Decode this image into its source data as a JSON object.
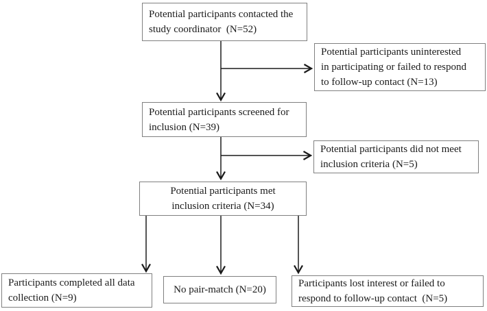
{
  "title": "Participant recruitment flow diagram",
  "colors": {
    "background": "#ffffff",
    "box_border": "#7f7f7f",
    "arrow": "#1a1a1a",
    "text": "#1a1a1a"
  },
  "boxes": {
    "contacted": {
      "text": "Potential participants contacted the study coordinator (N=52)",
      "lines": [
        "Potential participants contacted the",
        "study coordinator  (N=52)"
      ],
      "n": 52
    },
    "uninterested": {
      "text": "Potential participants uninterested in participating or failed to respond to follow-up contact (N=13)",
      "lines": [
        "Potential participants uninterested",
        "in participating or failed to respond",
        "to follow-up contact (N=13)"
      ],
      "n": 13
    },
    "screened": {
      "text": "Potential participants screened for inclusion (N=39)",
      "lines": [
        "Potential participants screened for",
        "inclusion (N=39)"
      ],
      "n": 39
    },
    "not_meet": {
      "text": "Potential participants did not meet inclusion criteria (N=5)",
      "lines": [
        "Potential participants did not meet",
        "inclusion criteria (N=5)"
      ],
      "n": 5
    },
    "met": {
      "text": "Potential participants met inclusion criteria (N=34)",
      "lines": [
        "Potential participants met",
        "inclusion criteria (N=34)"
      ],
      "n": 34
    },
    "completed": {
      "text": "Participants completed all data collection (N=9)",
      "lines": [
        "Participants completed all data",
        "collection (N=9)"
      ],
      "n": 9
    },
    "no_pair_match": {
      "text": "No pair-match (N=20)",
      "lines": [
        "No pair-match (N=20)"
      ],
      "n": 20
    },
    "lost": {
      "text": "Participants lost interest or failed to respond to follow-up contact (N=5)",
      "lines": [
        "Participants lost interest or failed to",
        "respond to follow-up contact  (N=5)"
      ],
      "n": 5
    }
  },
  "edges": [
    {
      "from": "contacted",
      "to": "screened"
    },
    {
      "from": "contacted",
      "to": "uninterested"
    },
    {
      "from": "screened",
      "to": "met"
    },
    {
      "from": "screened",
      "to": "not_meet"
    },
    {
      "from": "met",
      "to": "completed"
    },
    {
      "from": "met",
      "to": "no_pair_match"
    },
    {
      "from": "met",
      "to": "lost"
    }
  ]
}
